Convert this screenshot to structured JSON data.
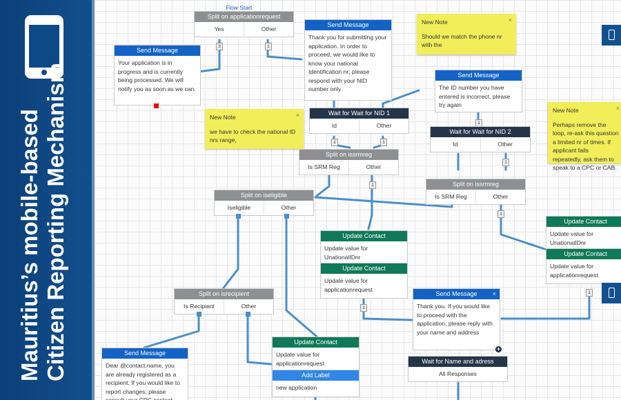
{
  "banner": {
    "title_line1": "Mauritius’s mobile-based",
    "title_line2": "Citizen Reporting Mechanism",
    "icon": "mobile-phone-icon"
  },
  "flow": {
    "start_label": "Flow Start",
    "split_app": {
      "title": "Split on applicationrequest",
      "cat1": "Yes",
      "cat2": "Other",
      "badge1": "3",
      "badge2": "1"
    },
    "msg_in_progress": {
      "title": "Send Message",
      "text": "Your application is in progress and is currently being processed. We will notify you as soon as we can."
    },
    "msg_thanks": {
      "title": "Send Message",
      "text": "Thank you for submitting your application. In order to proceed, we would like to know your national Identification nr; please respond with your NID number only"
    },
    "note_phone": {
      "title": "New Note",
      "text": "Should we match the phone nr with the",
      "close": "×"
    },
    "msg_incorrect": {
      "title": "Send Message",
      "text": "The ID number you have entered is incorrect, please try again",
      "badge": "1"
    },
    "note_range": {
      "title": "New Note",
      "text": "we have to check the national ID nrs range,",
      "close": "×"
    },
    "wait_nid1": {
      "title": "Wait for Wait for NID 1",
      "cat1": "Id",
      "cat2": "Other",
      "badge1": "1",
      "badge2": "1"
    },
    "wait_nid2": {
      "title": "Wait for Wait for NID 2",
      "cat1": "Id",
      "cat2": "Other",
      "badge2": "1"
    },
    "note_loop": {
      "title": "New Note",
      "text": "Perhaps remove the loop, re-ask this question a limited nr of times. If applicant fails repeatedly, ask them to speak to a CPC or CAB.",
      "close": "×"
    },
    "split_srm1": {
      "title": "Split on issrmreg",
      "cat1": "Is SRM Reg",
      "cat2": "Other",
      "badge2": "1"
    },
    "split_srm2": {
      "title": "Split on issrmreg",
      "cat1": "Is SRM Reg",
      "cat2": "Other",
      "badge2": "1"
    },
    "split_eligible": {
      "title": "Split on iseligible",
      "cat1": "Iseligible",
      "cat2": "Other"
    },
    "update_nid": {
      "title": "Update Contact",
      "text": "Update value for UnationalIDnr"
    },
    "update_app1": {
      "title": "Update Contact",
      "text": "Update value for applicationrequest",
      "badge": "1"
    },
    "update_nid_right": {
      "title": "Update Contact",
      "text": "Update value for UnationalIDnr"
    },
    "update_app_right": {
      "title": "Update Contact",
      "text": "Update value for applicationrequest",
      "badge": "1"
    },
    "split_recipient": {
      "title": "Split on isrecipient",
      "cat1": "Is Recipient",
      "cat2": "Other"
    },
    "msg_proceed": {
      "title": "Send Message",
      "text": "Thank you. If you would like to proceed with the application, please reply with your name and address",
      "close": "×"
    },
    "wait_name": {
      "title": "Wait for Name and adress",
      "cat1": "All Responses"
    },
    "msg_registered": {
      "title": "Send Message",
      "text": "Dear @contact.name, you are already registered as a recipient. If you would like to report changes, please consult your CPC contact"
    },
    "update_app2": {
      "title": "Update Contact",
      "text": "Update value for applicationrequest"
    },
    "add_label": {
      "title": "Add Label",
      "text": "new application"
    }
  }
}
